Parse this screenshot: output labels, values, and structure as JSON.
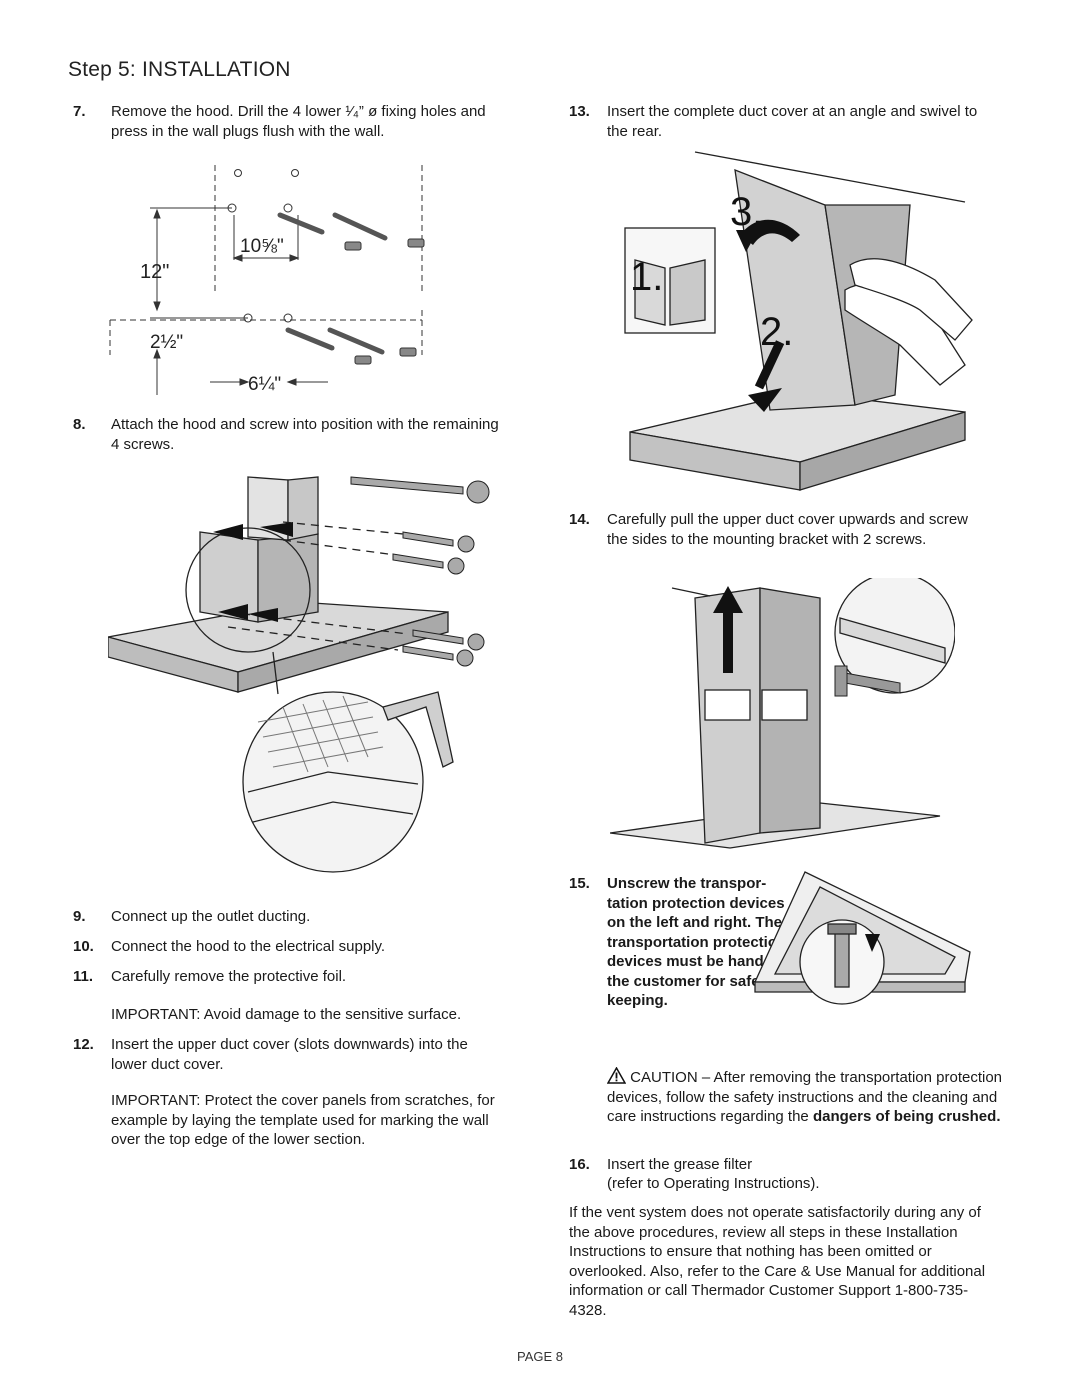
{
  "title": "Step 5: INSTALLATION",
  "steps": {
    "s7": {
      "num": "7.",
      "text": "Remove the hood. Drill the 4 lower ¹⁄₄” ø fixing holes and press in the wall plugs flush with the wall."
    },
    "s8": {
      "num": "8.",
      "text": "Attach the hood and screw into position with the remaining 4 screws."
    },
    "s9": {
      "num": "9.",
      "text": "Connect up the outlet ducting."
    },
    "s10": {
      "num": "10.",
      "text": "Connect the hood to the electrical supply."
    },
    "s11": {
      "num": "11.",
      "text": "Carefully remove the protective foil.",
      "note": "IMPORTANT: Avoid damage to the sensitive surface."
    },
    "s12": {
      "num": "12.",
      "text": "Insert the upper duct cover (slots downwards) into the lower duct cover.",
      "note": "IMPORTANT: Protect the cover panels from scratches, for example by laying the template used for marking the wall over the top edge of the lower section."
    },
    "s13": {
      "num": "13.",
      "text": "Insert the complete duct cover at an angle and swivel to the rear."
    },
    "s14": {
      "num": "14.",
      "text": "Carefully pull the upper duct cover upwards and screw the sides to the mounting bracket with 2 screws."
    },
    "s15": {
      "num": "15.",
      "text": "Unscrew the transpor- tation protection devices on the left and right. The transportation protection devices must be handed to the customer for safe-keeping."
    },
    "s16": {
      "num": "16.",
      "text": "Insert the grease filter",
      "note": "(refer to Operating Instructions)."
    }
  },
  "caution": {
    "icon": "warning-triangle-icon",
    "text": "CAUTION – After removing the transportation protection devices, follow the safety instructions and the cleaning and care instructions regarding the",
    "bold_text": "dangers of being crushed."
  },
  "closing": "If the vent system does not operate satisfactorily during any of the above procedures, review all steps in these Installation Instructions to ensure that nothing has been omitted or overlooked. Also, refer to the Care & Use Manual for additional information or call Thermador Customer Support 1-800-735-4328.",
  "figure1": {
    "dim_12": "12\"",
    "dim_10_5_8": "10⅝\"",
    "dim_2_1_2": "2½\"",
    "dim_6_1_4": "6¼\""
  },
  "figure3": {
    "label_1": "1.",
    "label_2": "2.",
    "label_3": "3."
  },
  "footer": "PAGE 8"
}
